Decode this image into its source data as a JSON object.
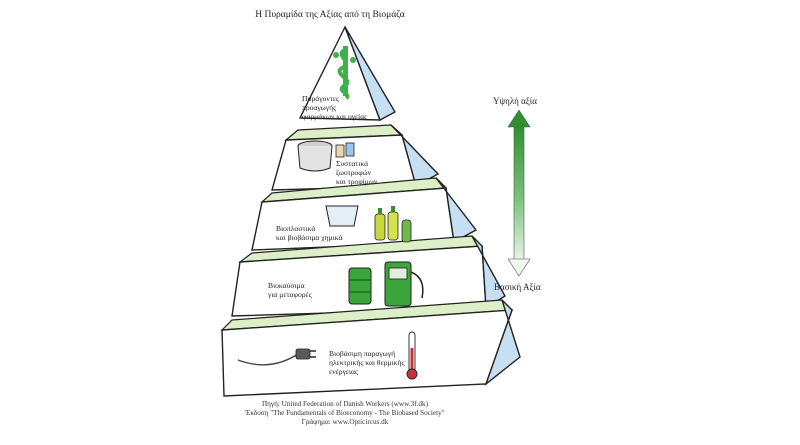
{
  "title": "Η Πυραμίδα της Αξίας από τη Βιομάζα",
  "tiers": [
    {
      "label": "Παράγοντες\nπροαγωγής\nφαρμάκων και υγείας",
      "icon": "caduceus-icon"
    },
    {
      "label": "Συστατικά\nζωοτροφών\nκαι τροφίμων",
      "icon": "food-containers-icon"
    },
    {
      "label": "Βιοπλαστικά\nκαι βιοβάσιμα χημικά",
      "icon": "plastic-bottles-icon"
    },
    {
      "label": "Βιοκαύσιμα\nγια μεταφορές",
      "icon": "fuel-pump-icon"
    },
    {
      "label": "Βιοβάσιμη παραγωγή\nηλεκτρικής και θερμικής\nενέργειας",
      "icon": "power-plug-icon"
    }
  ],
  "arrow": {
    "top_label": "Υψηλή αξία",
    "bottom_label": "Βασική Αξία",
    "color": "#3a9a3a"
  },
  "credits": [
    "Πηγή:  United Federation of Danish Workers (www.3f.dk)",
    "Έκδοση \"The Fundamentals of Bioeconomy - The Biobased Society\"",
    "Γράφημα: www.Opticircus.dk"
  ],
  "colors": {
    "front_face": "#ffffff",
    "top_face": "#dcefc6",
    "side_face": "#c6dff2",
    "outline": "#222222"
  }
}
